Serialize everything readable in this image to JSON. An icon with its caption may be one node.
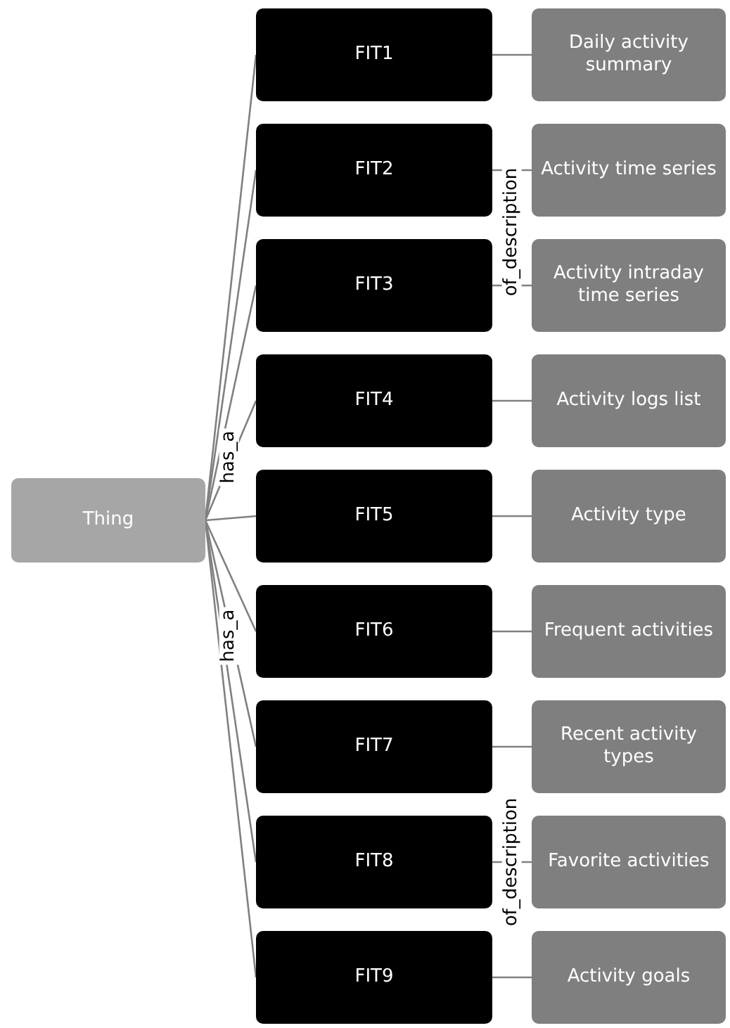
{
  "diagram": {
    "nodes": [
      {
        "text": [
          "Thing"
        ]
      },
      {
        "text": [
          "FIT1"
        ]
      },
      {
        "text": [
          "FIT2"
        ]
      },
      {
        "text": [
          "FIT3"
        ]
      },
      {
        "text": [
          "FIT4"
        ]
      },
      {
        "text": [
          "FIT5"
        ]
      },
      {
        "text": [
          "FIT6"
        ]
      },
      {
        "text": [
          "FIT7"
        ]
      },
      {
        "text": [
          "FIT8"
        ]
      },
      {
        "text": [
          "FIT9"
        ]
      },
      {
        "text": [
          "Daily activity summary"
        ]
      },
      {
        "text": [
          "Activity time series"
        ]
      },
      {
        "text": [
          "Activity intraday time series"
        ]
      },
      {
        "text": [
          "Activity logs list"
        ]
      },
      {
        "text": [
          "Activity type"
        ]
      },
      {
        "text": [
          "Frequent activities"
        ]
      },
      {
        "text": [
          "Recent activity types"
        ]
      },
      {
        "text": [
          "Favorite activities"
        ]
      },
      {
        "text": [
          "Activity goals"
        ]
      }
    ],
    "edges": [
      {
        "from": 0,
        "to": 1,
        "arrow": "none"
      },
      {
        "from": 0,
        "to": 2,
        "arrow": "none"
      },
      {
        "from": 0,
        "to": 3,
        "arrow": "none"
      },
      {
        "from": 0,
        "to": 4,
        "arrow": "none",
        "label": "has_a"
      },
      {
        "from": 0,
        "to": 5,
        "arrow": "none"
      },
      {
        "from": 0,
        "to": 6,
        "arrow": "none"
      },
      {
        "from": 0,
        "to": 7,
        "arrow": "none",
        "label": "has_a"
      },
      {
        "from": 0,
        "to": 8,
        "arrow": "none"
      },
      {
        "from": 0,
        "to": 9,
        "arrow": "none"
      },
      {
        "from": 1,
        "to": 10,
        "arrow": "none"
      },
      {
        "from": 2,
        "to": 11,
        "arrow": "none",
        "label": "of_description"
      },
      {
        "from": 3,
        "to": 12,
        "arrow": "none"
      },
      {
        "from": 4,
        "to": 13,
        "arrow": "none"
      },
      {
        "from": 5,
        "to": 14,
        "arrow": "none"
      },
      {
        "from": 6,
        "to": 15,
        "arrow": "none"
      },
      {
        "from": 7,
        "to": 16,
        "arrow": "none"
      },
      {
        "from": 8,
        "to": 17,
        "arrow": "none",
        "label": "of_description"
      },
      {
        "from": 9,
        "to": 18,
        "arrow": "none"
      }
    ]
  }
}
